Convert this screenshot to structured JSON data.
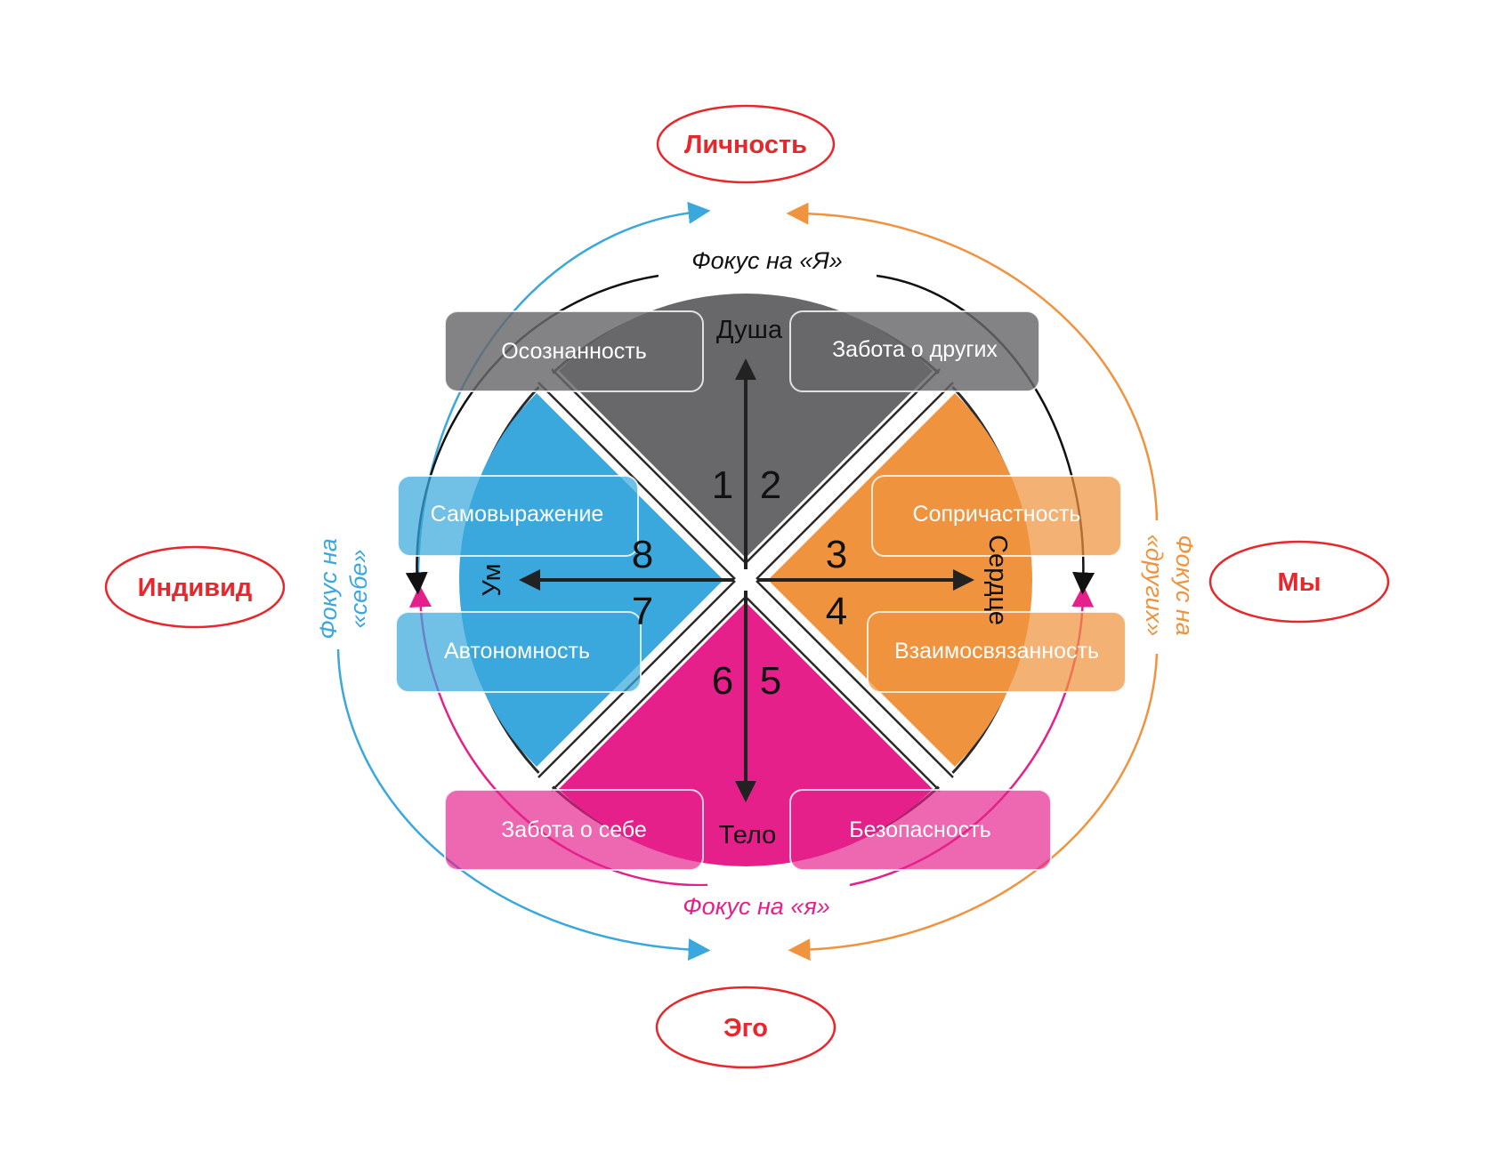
{
  "ovals": {
    "top": "Личность",
    "left": "Индивид",
    "right": "Мы",
    "bottom": "Эго"
  },
  "focus": {
    "top": "Фокус на «Я»",
    "bottom": "Фокус на «я»",
    "left_line1": "Фокус на",
    "left_line2": "«себе»",
    "right_line1": "Фокус на",
    "right_line2": "«других»"
  },
  "directions": {
    "top": "Душа",
    "bottom": "Тело",
    "left": "Ум",
    "right": "Сердце"
  },
  "pills": {
    "awareness": "Осознанность",
    "care_others": "Забота о других",
    "self_expression": "Самовыражение",
    "belonging": "Сопричастность",
    "autonomy": "Автономность",
    "interconnection": "Взаимосвязанность",
    "self_care": "Забота о себе",
    "safety": "Безопасность"
  },
  "numbers": [
    "1",
    "2",
    "3",
    "4",
    "5",
    "6",
    "7",
    "8"
  ],
  "colors": {
    "top_sector": "#68686a",
    "right_sector": "#ef933f",
    "bottom_sector": "#e5208a",
    "left_sector": "#3aa7dd",
    "oval_red": "#e8262b",
    "blue_arc": "#3aa7dd",
    "orange_arc": "#ef933f",
    "magenta_arc": "#e5208a"
  }
}
